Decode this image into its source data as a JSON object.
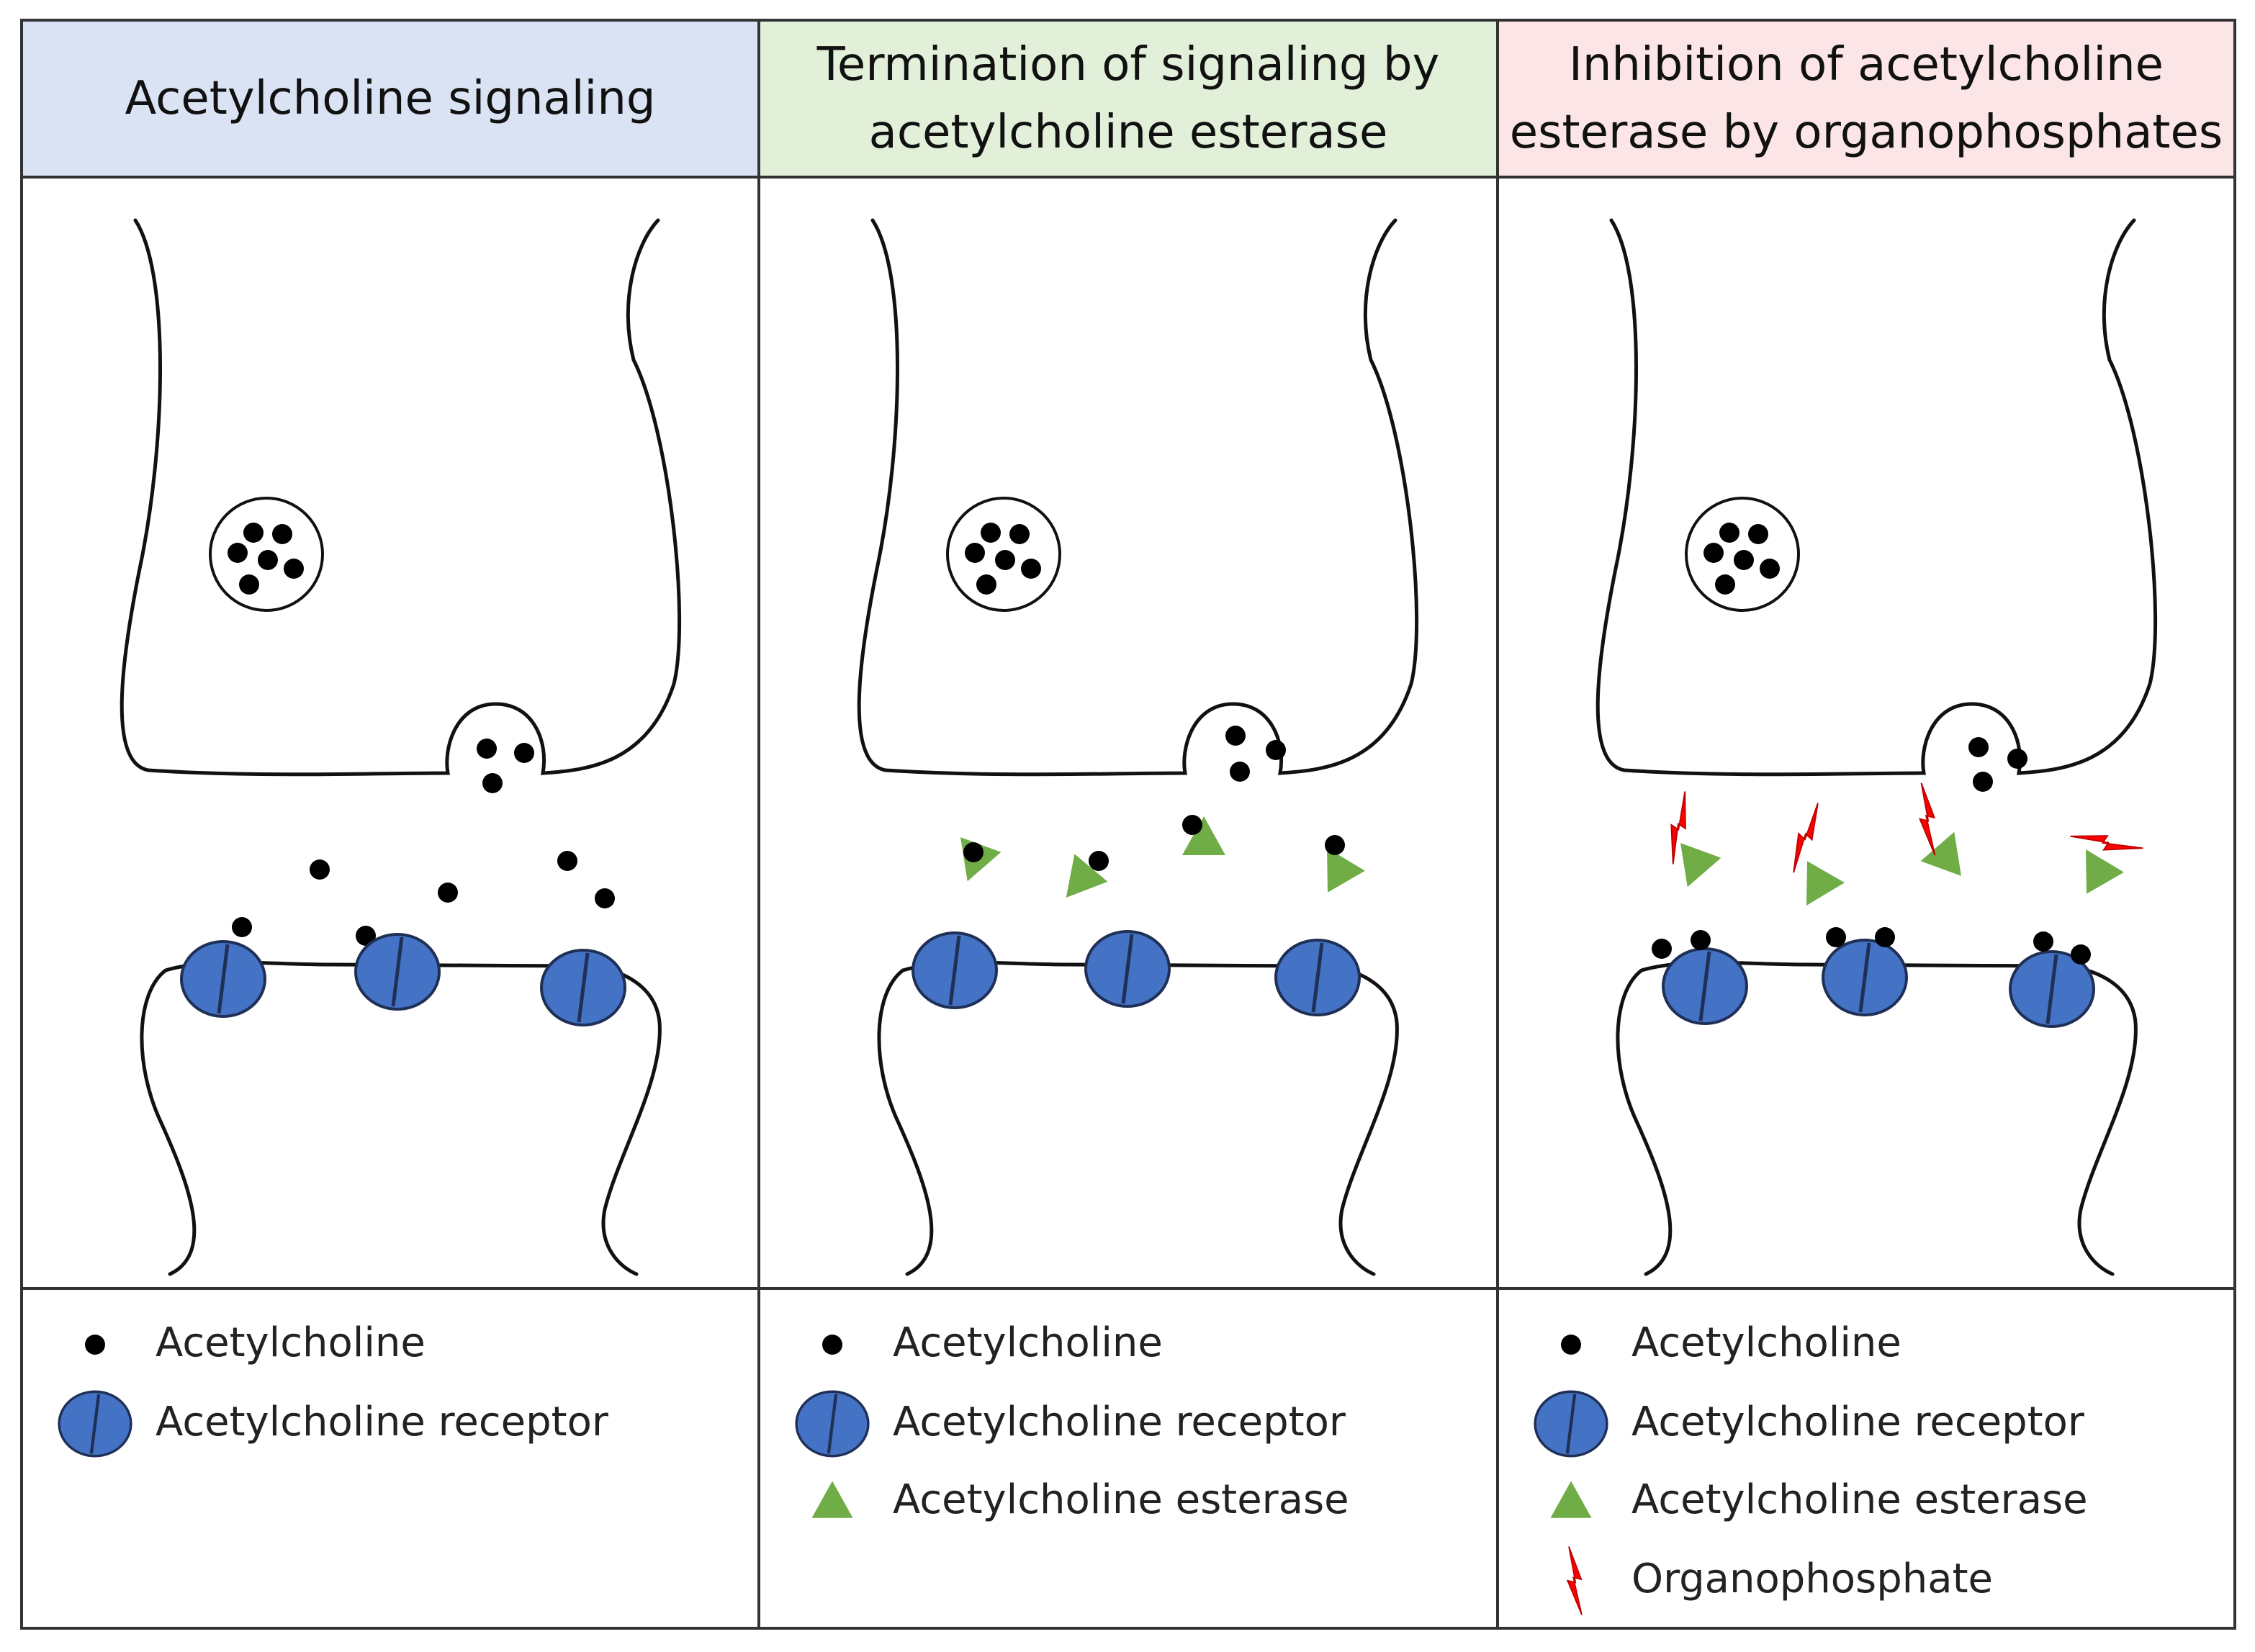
{
  "colors": {
    "panel1_header": "#dae3f3",
    "panel2_header": "#e2f0d9",
    "panel3_header": "#fbe5e6",
    "receptor": "#4472c4",
    "esterase": "#70ad47",
    "organophosphate": "#ff0000",
    "acetylcholine": "#000000"
  },
  "panels": [
    {
      "title_lines": [
        "Acetylcholine signaling"
      ],
      "legend": [
        {
          "icon": "acetylcholine-dot-icon",
          "label": "Acetylcholine"
        },
        {
          "icon": "receptor-icon",
          "label": "Acetylcholine receptor"
        }
      ]
    },
    {
      "title_lines": [
        "Termination of signaling by",
        "acetylcholine esterase"
      ],
      "legend": [
        {
          "icon": "acetylcholine-dot-icon",
          "label": "Acetylcholine"
        },
        {
          "icon": "receptor-icon",
          "label": "Acetylcholine receptor"
        },
        {
          "icon": "esterase-triangle-icon",
          "label": "Acetylcholine esterase"
        }
      ]
    },
    {
      "title_lines": [
        "Inhibition of acetylcholine",
        "esterase by organophosphates"
      ],
      "legend": [
        {
          "icon": "acetylcholine-dot-icon",
          "label": "Acetylcholine"
        },
        {
          "icon": "receptor-icon",
          "label": "Acetylcholine receptor"
        },
        {
          "icon": "esterase-triangle-icon",
          "label": "Acetylcholine esterase"
        },
        {
          "icon": "organophosphate-bolt-icon",
          "label": "Organophosphate"
        }
      ]
    }
  ]
}
